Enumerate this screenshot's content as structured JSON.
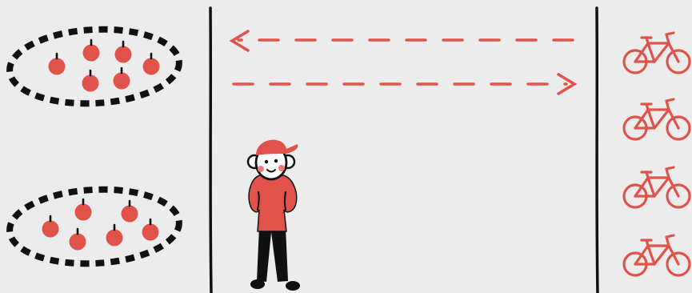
{
  "colors": {
    "background": "#ececec",
    "accent_red": "#e0524a",
    "ink": "#111111",
    "skin": "#ffffff",
    "cheek": "#f07a74"
  },
  "scene": {
    "apple_groups": [
      {
        "name": "upper-apple-basket",
        "apple_count": 6
      },
      {
        "name": "lower-apple-basket",
        "apple_count": 6
      }
    ],
    "arrows": [
      {
        "direction": "left",
        "style": "dashed"
      },
      {
        "direction": "right",
        "style": "dashed"
      }
    ],
    "bicycle_count": 4,
    "person": {
      "cap": "red",
      "shirt": "red",
      "pants": "black"
    },
    "icons": [
      "apple-icon",
      "bicycle-icon",
      "arrow-left-icon",
      "arrow-right-icon",
      "person-icon"
    ]
  }
}
